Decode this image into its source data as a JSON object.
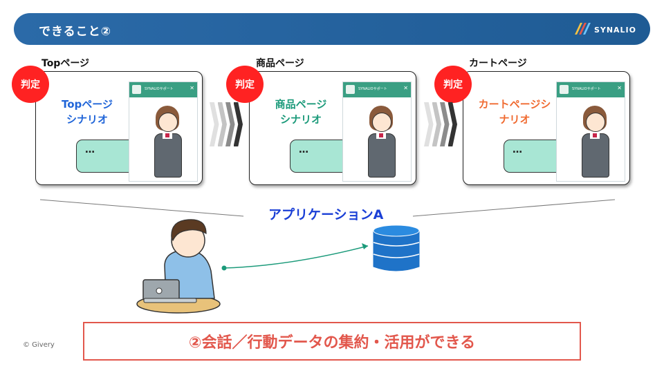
{
  "header": {
    "title": "できること②",
    "brand": "SYNALIO",
    "brand_colors": [
      "#f5c242",
      "#e9564a",
      "#6ec6ff"
    ]
  },
  "pages": [
    {
      "label": "Topページ",
      "scenario": "Topページ\nシナリオ",
      "scenario_color": "#1f64d8",
      "bubble": "…",
      "badge": "判定",
      "widget_name": "SYNALIOサポート"
    },
    {
      "label": "商品ページ",
      "scenario": "商品ページ\nシナリオ",
      "scenario_color": "#1b9a7a",
      "bubble": "…",
      "badge": "判定",
      "widget_name": "SYNALIOサポート"
    },
    {
      "label": "カートページ",
      "scenario": "カートページシ\nナリオ",
      "scenario_color": "#f06a30",
      "bubble": "…",
      "badge": "判定",
      "widget_name": "SYNALIOサポート"
    }
  ],
  "application": {
    "title": "アプリケーションA"
  },
  "banner": {
    "text": "②会話／行動データの集約・活用ができる"
  },
  "footer": {
    "copyright": "© Givery"
  }
}
